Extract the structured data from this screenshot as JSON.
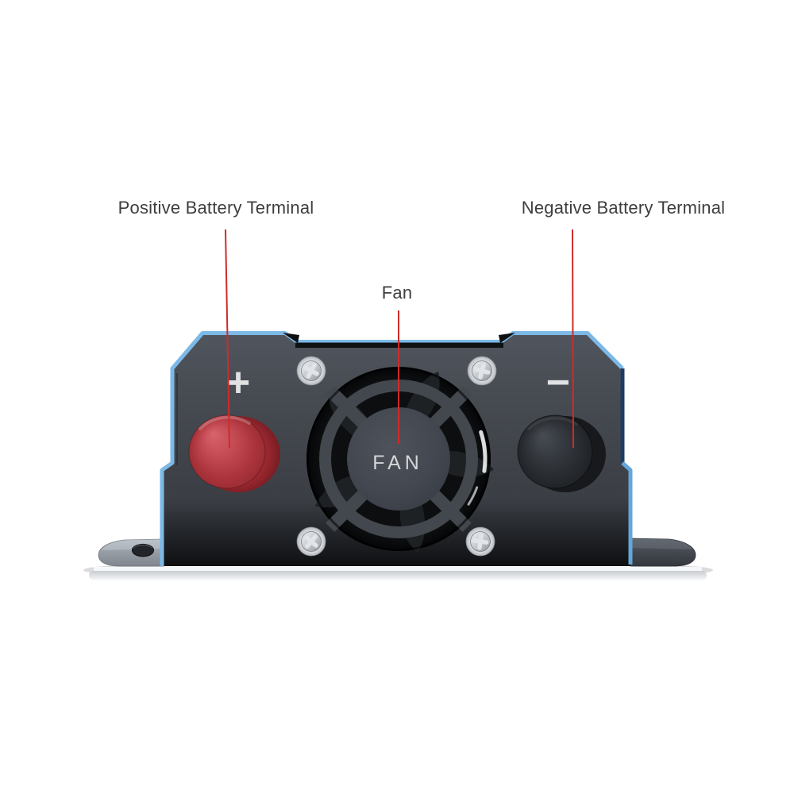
{
  "labels": {
    "positive": "Positive Battery Terminal",
    "fan": "Fan",
    "negative": "Negative Battery Terminal"
  },
  "device": {
    "plus_symbol": "+",
    "minus_symbol": "−",
    "fan_label": "FAN"
  },
  "colors": {
    "background": "#ffffff",
    "label_text": "#3e3e40",
    "leader_line": "#cf2b2b",
    "body": "#43474e",
    "edge_blue": "#7cb9e7",
    "edge_blue_dark": "#1d3c62",
    "positive_terminal": "#b8404a",
    "negative_terminal": "#2b2e33",
    "fan_opening": "#0c0e10",
    "screw_silver": "#e9ebee",
    "bracket_left": "#98a0a8",
    "bracket_right": "#4c5158",
    "surface": "#d9dcdf"
  }
}
